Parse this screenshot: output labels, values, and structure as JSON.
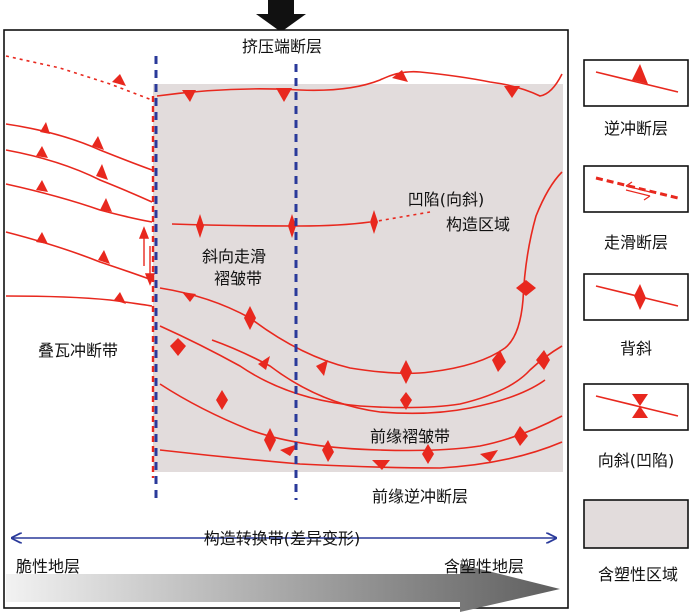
{
  "labels": {
    "compression_fault": "挤压端断层",
    "depression_zone_1": "凹陷(向斜)",
    "depression_zone_2": "构造区域",
    "oblique_fold_belt_1": "斜向走滑",
    "oblique_fold_belt_2": "褶皱带",
    "imbricate_thrust_belt": "叠瓦冲断带",
    "frontal_fold_belt": "前缘褶皱带",
    "frontal_thrust_fault": "前缘逆冲断层",
    "transfer_zone": "构造转换带(差异变形)",
    "brittle_layer": "脆性地层",
    "plastic_layer": "含塑性地层"
  },
  "legend": [
    {
      "label": "逆冲断层",
      "icon": "thrust-fault-symbol"
    },
    {
      "label": "走滑断层",
      "icon": "strike-slip-fault-symbol"
    },
    {
      "label": "背斜",
      "icon": "anticline-symbol"
    },
    {
      "label": "向斜(凹陷)",
      "icon": "syncline-symbol"
    },
    {
      "label": "含塑性区域",
      "icon": "plastic-zone-swatch"
    }
  ],
  "colors": {
    "fault_red": "#e8281e",
    "dash_blue": "#2a3a9a",
    "plastic_fill": "#e2dcdc",
    "gradient_arrow": "#7a7a7a"
  }
}
